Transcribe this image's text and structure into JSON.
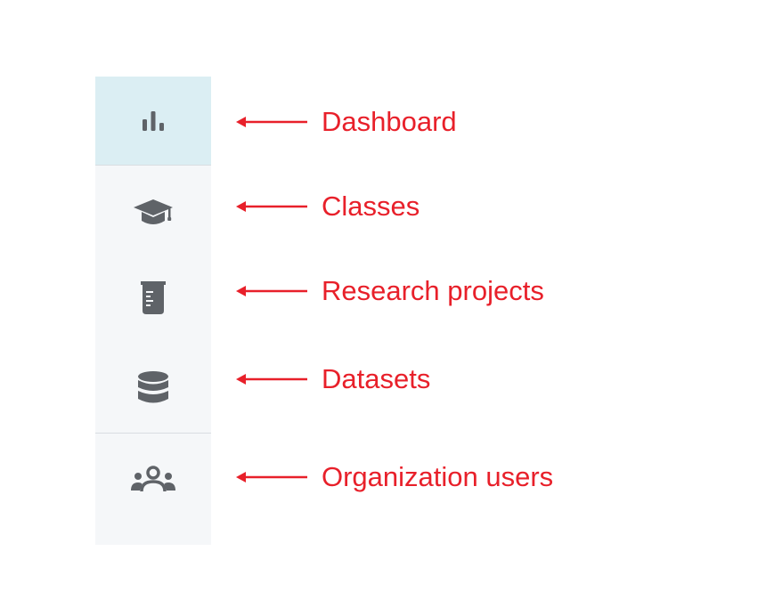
{
  "sidebar": {
    "items": [
      {
        "id": "dashboard",
        "icon": "bar-chart-icon",
        "active": true
      },
      {
        "id": "classes",
        "icon": "graduation-cap-icon",
        "active": false
      },
      {
        "id": "research-projects",
        "icon": "beaker-icon",
        "active": false
      },
      {
        "id": "datasets",
        "icon": "database-icon",
        "active": false
      },
      {
        "id": "organization-users",
        "icon": "users-group-icon",
        "active": false
      }
    ]
  },
  "annotations": [
    {
      "label": "Dashboard"
    },
    {
      "label": "Classes"
    },
    {
      "label": "Research projects"
    },
    {
      "label": "Datasets"
    },
    {
      "label": "Organization users"
    }
  ],
  "colors": {
    "annotation": "#e8202a",
    "icon": "#5f6368",
    "active_bg": "#dbeef3",
    "sidebar_bg": "#f5f7f9"
  }
}
